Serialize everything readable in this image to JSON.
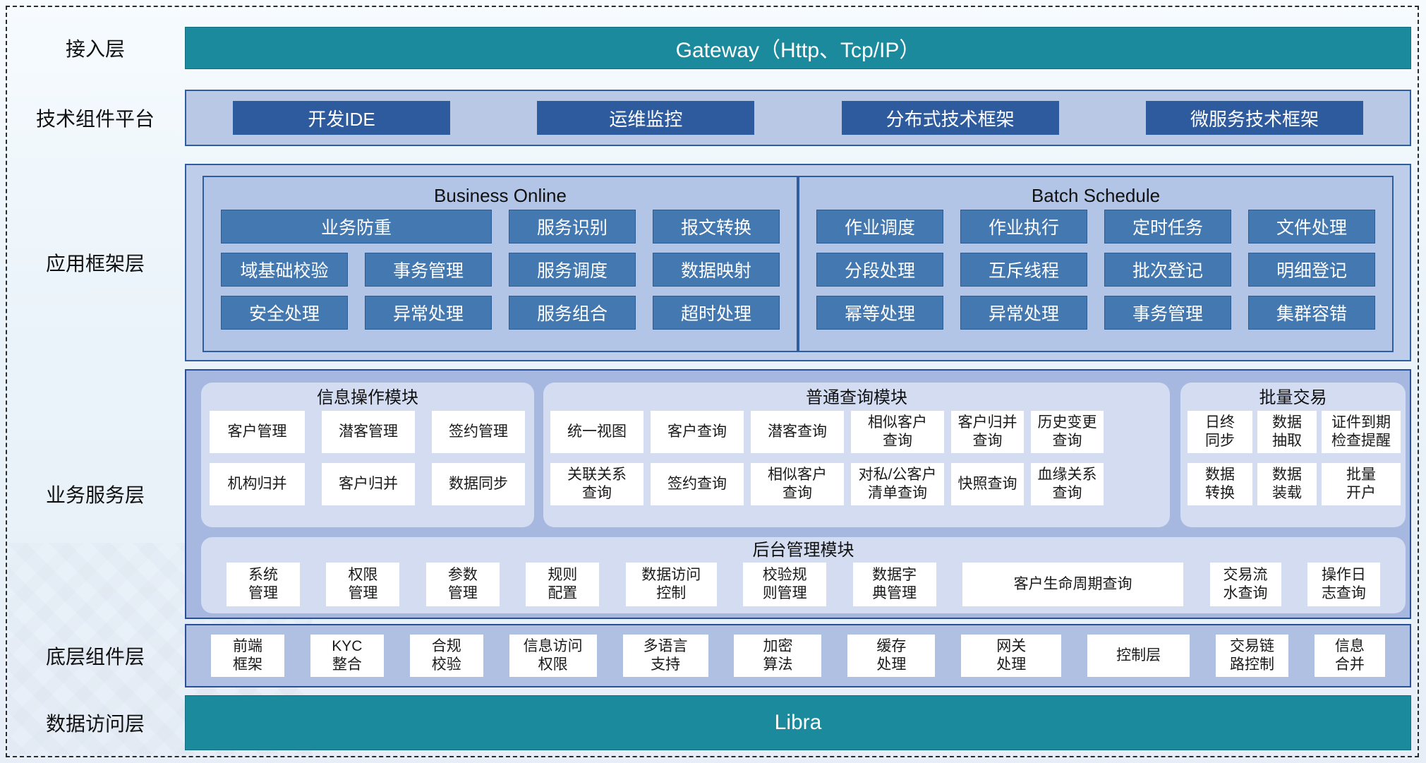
{
  "colors": {
    "teal": "#1b8a9d",
    "dark_blue": "#2e5a9e",
    "steel_blue": "#4478b0",
    "framework_panel": "#b3c5e6",
    "service_container": "#a7b8e0",
    "rounded_panel": "#d3dcf1"
  },
  "layer_labels": [
    "接入层",
    "技术组件平台",
    "应用框架层",
    "业务服务层",
    "底层组件层",
    "数据访问层"
  ],
  "access_layer": {
    "gateway": "Gateway（Http、Tcp/IP）"
  },
  "tech_platform": {
    "buttons": [
      "开发IDE",
      "运维监控",
      "分布式技术框架",
      "微服务技术框架"
    ]
  },
  "app_framework": {
    "business_online": {
      "title": "Business Online",
      "buttons": [
        "业务防重",
        "服务识别",
        "报文转换",
        "域基础校验",
        "事务管理",
        "服务调度",
        "数据映射",
        "安全处理",
        "异常处理",
        "服务组合",
        "超时处理"
      ]
    },
    "batch_schedule": {
      "title": "Batch Schedule",
      "buttons": [
        "作业调度",
        "作业执行",
        "定时任务",
        "文件处理",
        "分段处理",
        "互斥线程",
        "批次登记",
        "明细登记",
        "幂等处理",
        "异常处理",
        "事务管理",
        "集群容错"
      ]
    }
  },
  "business_service": {
    "info_module": {
      "title": "信息操作模块",
      "buttons": [
        "客户管理",
        "潜客管理",
        "签约管理",
        "机构归并",
        "客户归并",
        "数据同步"
      ]
    },
    "query_module": {
      "title": "普通查询模块",
      "buttons": [
        "统一视图",
        "客户查询",
        "潜客查询",
        "相似客户查询",
        "客户归并查询",
        "历史变更查询",
        "关联关系查询",
        "签约查询",
        "相似客户查询",
        "对私/公客户清单查询",
        "快照查询",
        "血缘关系查询"
      ]
    },
    "batch_module": {
      "title": "批量交易",
      "buttons": [
        "日终同步",
        "数据抽取",
        "证件到期检查提醒",
        "数据转换",
        "数据装载",
        "批量开户"
      ]
    },
    "admin_module": {
      "title": "后台管理模块",
      "buttons": [
        "系统管理",
        "权限管理",
        "参数管理",
        "规则配置",
        "数据访问控制",
        "校验规则管理",
        "数据字典管理",
        "客户生命周期查询",
        "交易流水查询",
        "操作日志查询"
      ]
    }
  },
  "base_components": {
    "buttons": [
      "前端框架",
      "KYC整合",
      "合规校验",
      "信息访问权限",
      "多语言支持",
      "加密算法",
      "缓存处理",
      "网关处理",
      "控制层",
      "交易链路控制",
      "信息合并"
    ]
  },
  "data_access_layer": {
    "title": "Libra"
  }
}
